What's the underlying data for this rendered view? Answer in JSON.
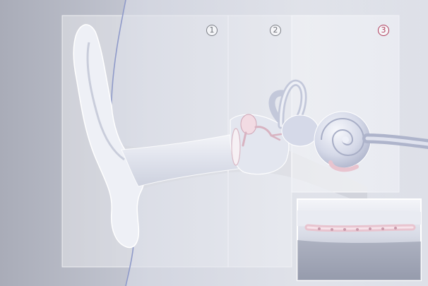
{
  "sections": [
    {
      "number": "1",
      "name": "outer-ear"
    },
    {
      "number": "2",
      "name": "middle-ear"
    },
    {
      "number": "3",
      "name": "inner-ear"
    }
  ],
  "colors": {
    "background": "#c9ccd6",
    "panel": "#eef0f6",
    "outline": "#8f9ac9",
    "highlight_badge": "#b03d5c",
    "neutral_badge": "#7c7f86",
    "cochlea_accent": "#e8c4cf"
  }
}
